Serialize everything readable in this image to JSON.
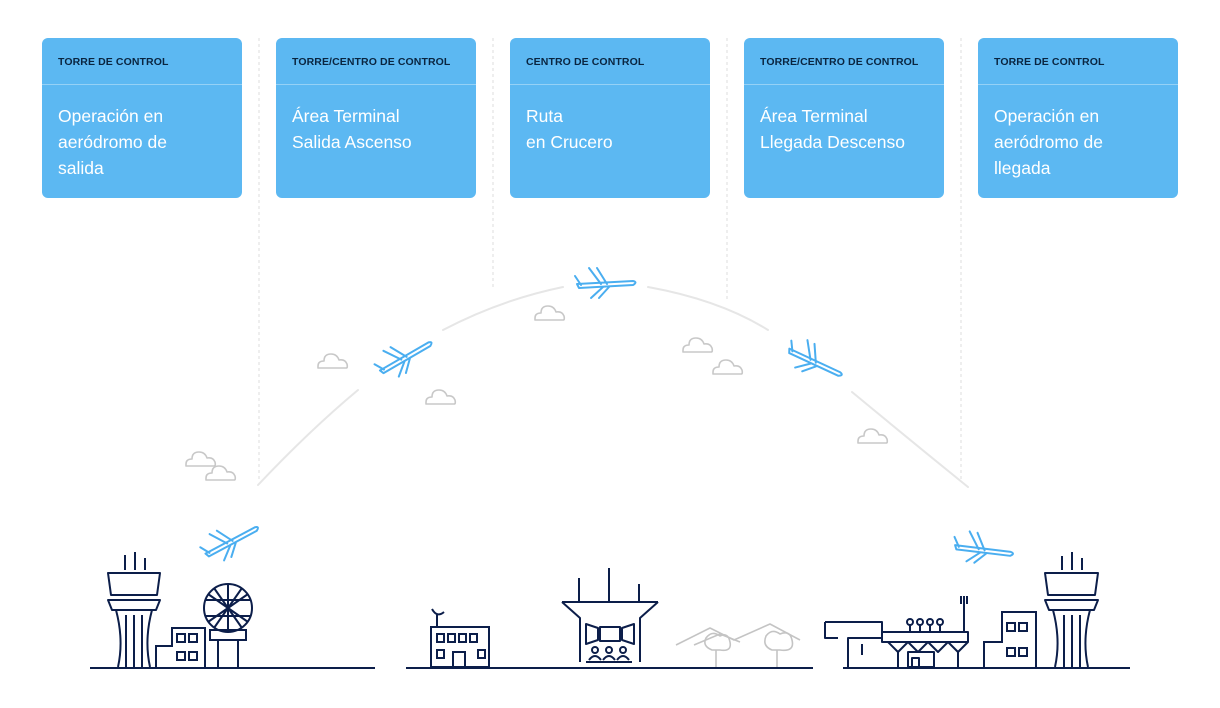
{
  "phases": [
    {
      "header": "TORRE DE CONTROL",
      "body": "Operación en\naeródromo de\nsalida"
    },
    {
      "header": "TORRE/CENTRO DE CONTROL",
      "body": "Área Terminal\nSalida Ascenso"
    },
    {
      "header": "CENTRO DE CONTROL",
      "body": "Ruta\nen Crucero"
    },
    {
      "header": "TORRE/CENTRO DE CONTROL",
      "body": "Área Terminal\nLlegada Descenso"
    },
    {
      "header": "TORRE DE CONTROL",
      "body": "Operación en\naeródromo de\nllegada"
    }
  ],
  "colors": {
    "card": "#5cb8f2",
    "header_text": "#0a2540",
    "plane": "#4aaef0",
    "line_art": "#0c1e4a",
    "arc": "#e6e6e6",
    "cloud": "#c8c8c8",
    "hills": "#c4c4c4"
  },
  "icons": [
    "airplane-icon",
    "cloud-icon",
    "control-tower-icon",
    "radar-dome-icon",
    "control-center-icon",
    "terminal-building-icon",
    "tree-icon"
  ]
}
